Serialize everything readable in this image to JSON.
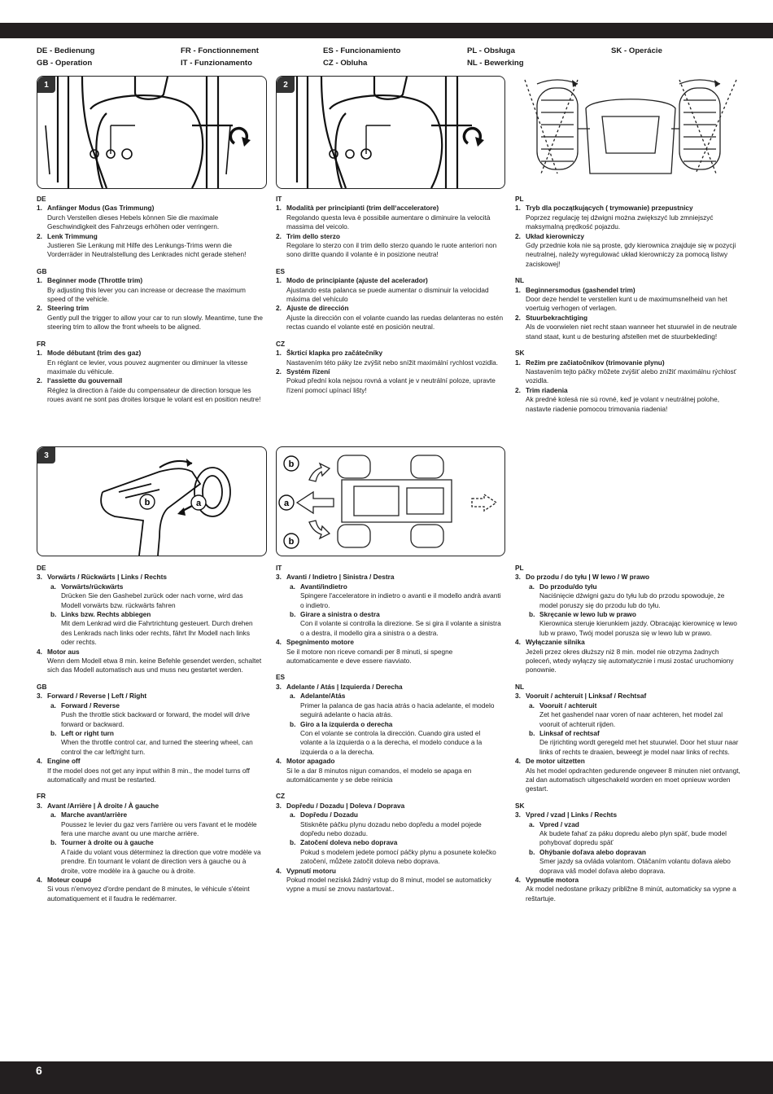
{
  "header": {
    "col1": [
      "DE - Bedienung",
      "GB - Operation"
    ],
    "col2": [
      "FR - Fonctionnement",
      "IT - Funzionamento"
    ],
    "col3": [
      "ES - Funcionamiento",
      "CZ - Obluha"
    ],
    "col4": [
      "PL - Obsługa",
      "NL - Bewerking"
    ],
    "col5": [
      "SK - Operácie"
    ]
  },
  "figures": {
    "fig1_number": "1",
    "fig2_number": "2",
    "fig3_number": "3",
    "label_a": "a",
    "label_b": "b"
  },
  "section1": {
    "col1": [
      {
        "lang": "DE",
        "items": [
          {
            "n": "1.",
            "title": "Anfänger Modus (Gas Trimmung)",
            "desc": "Durch Verstellen dieses Hebels können Sie die maximale Geschwindigkeit des Fahrzeugs erhöhen oder verringern."
          },
          {
            "n": "2.",
            "title": "Lenk Trimmung",
            "desc": "Justieren Sie Lenkung mit Hilfe des Lenkungs-Trims wenn die Vorderräder in Neutralstellung des Lenkrades nicht gerade stehen!"
          }
        ]
      },
      {
        "lang": "GB",
        "items": [
          {
            "n": "1.",
            "title": "Beginner mode (Throttle trim)",
            "desc": "By adjusting this lever you can increase or decrease the maximum speed of the vehicle."
          },
          {
            "n": "2.",
            "title": "Steering trim",
            "desc": "Gently pull the trigger to allow your car to run slowly. Meantime, tune the steering trim to allow the front wheels to be aligned."
          }
        ]
      },
      {
        "lang": "FR",
        "items": [
          {
            "n": "1.",
            "title": "Mode débutant (trim des gaz)",
            "desc": "En réglant ce levier, vous pouvez augmenter ou diminuer la vitesse maximale du véhicule."
          },
          {
            "n": "2.",
            "title": "l‘assiette du gouvernail",
            "desc": "Réglez la direction à l'aide du compensateur de direction lorsque les roues avant ne sont pas droites lorsque le volant est en position neutre!"
          }
        ]
      }
    ],
    "col2": [
      {
        "lang": "IT",
        "items": [
          {
            "n": "1.",
            "title": "Modalità per principianti (trim dell‘acceleratore)",
            "desc": "Regolando questa leva è possibile aumentare o diminuire la velocità massima del veicolo."
          },
          {
            "n": "2.",
            "title": "Trim dello sterzo",
            "desc": "Regolare lo sterzo con il trim dello sterzo quando le ruote anteriori non sono diritte quando il volante è in posizione neutra!"
          }
        ]
      },
      {
        "lang": "ES",
        "items": [
          {
            "n": "1.",
            "title": "Modo de principiante (ajuste del acelerador)",
            "desc": "Ajustando esta palanca se puede aumentar o disminuir la velocidad máxima del vehículo"
          },
          {
            "n": "2.",
            "title": "Ajuste de dirección",
            "desc": "Ajuste la dirección con el volante cuando las ruedas delanteras no estén rectas cuando el volante esté en posición neutral."
          }
        ]
      },
      {
        "lang": "CZ",
        "items": [
          {
            "n": "1.",
            "title": "Škrticí klapka pro začátečníky",
            "desc": "Nastavením této páky lze zvýšit nebo snížit maximální rychlost vozidla."
          },
          {
            "n": "2.",
            "title": "Systém řízení",
            "desc": "Pokud přední kola nejsou rovná a volant je v neutrální poloze, upravte řízení pomocí upínací lišty!"
          }
        ]
      }
    ],
    "col3": [
      {
        "lang": "PL",
        "items": [
          {
            "n": "1.",
            "title": "Tryb dla początkujących ( trymowanie) przepustnicy",
            "desc": "Poprzez regulację tej dźwigni można zwiększyć lub zmniejszyć maksymalną prędkość pojazdu."
          },
          {
            "n": "2.",
            "title": "Układ kierowniczy",
            "desc": "Gdy przednie koła nie są proste, gdy kierownica znajduje się w pozycji neutralnej, należy wyregulować układ kierowniczy za pomocą listwy zaciskowej!"
          }
        ]
      },
      {
        "lang": "NL",
        "items": [
          {
            "n": "1.",
            "title": "Beginnersmodus (gashendel trim)",
            "desc": "Door deze hendel te verstellen kunt u de maximumsnelheid van het voertuig verhogen of verlagen."
          },
          {
            "n": "2.",
            "title": "Stuurbekrachtiging",
            "desc": "Als de voorwielen niet recht staan wanneer het stuurwiel in de neutrale stand staat, kunt u de besturing afstellen met de stuurbekleding!"
          }
        ]
      },
      {
        "lang": "SK",
        "items": [
          {
            "n": "1.",
            "title": "Režim pre začiatočníkov (trimovanie plynu)",
            "desc": "Nastavením tejto páčky môžete zvýšiť alebo znížiť maximálnu rýchlosť vozidla."
          },
          {
            "n": "2.",
            "title": "Trim riadenia",
            "desc": "Ak predné kolesá nie sú rovné, keď je volant v neutrálnej polohe, nastavte riadenie pomocou trimovania riadenia!"
          }
        ]
      }
    ]
  },
  "section2": {
    "col1": [
      {
        "lang": "DE",
        "head": {
          "n": "3.",
          "title": "Vorwärts / Rückwärts | Links / Rechts"
        },
        "subs": [
          {
            "n": "a.",
            "title": "Vorwärts/rückwärts",
            "desc": "Drücken Sie den Gashebel zurück oder nach vorne, wird das Modell vorwärts bzw. rückwärts fahren"
          },
          {
            "n": "b.",
            "title": "Links bzw. Rechts abbiegen",
            "desc": "Mit dem Lenkrad wird die Fahrtrichtung gesteuert. Durch drehen des Lenkrads nach links oder rechts, fährt Ihr Modell nach links oder rechts."
          }
        ],
        "tail": {
          "n": "4.",
          "title": "Motor aus",
          "desc": "Wenn dem Modell etwa 8 min. keine Befehle gesendet werden, schaltet sich das Modell automatisch aus und muss neu gestartet werden."
        }
      },
      {
        "lang": "GB",
        "head": {
          "n": "3.",
          "title": "Forward / Reverse | Left / Right"
        },
        "subs": [
          {
            "n": "a.",
            "title": "Forward / Reverse",
            "desc": "Push the throttle stick backward or forward, the model will drive forward or backward."
          },
          {
            "n": "b.",
            "title": "Left or right turn",
            "desc": "When the throttle control car, and turned the steering wheel, can control the car left/right turn."
          }
        ],
        "tail": {
          "n": "4.",
          "title": "Engine off",
          "desc": "If the model does not get any input within 8 min., the model turns off automatically and must be restarted."
        }
      },
      {
        "lang": "FR",
        "head": {
          "n": "3.",
          "title": "Avant /Arrière | À droite / À gauche"
        },
        "subs": [
          {
            "n": "a.",
            "title": "Marche avant/arrière",
            "desc": "Poussez le levier du gaz vers l'arrière ou vers l'avant et le modèle fera une marche avant ou une marche arrière."
          },
          {
            "n": "b.",
            "title": "Tourner à droite ou à gauche",
            "desc": "A l'aide du volant vous déterminez la direction que votre modèle va prendre. En tournant le volant de direction vers à gauche ou à droite, votre modèle ira à gauche ou à droite."
          }
        ],
        "tail": {
          "n": "4.",
          "title": "Moteur coupé",
          "desc": "Si vous n'envoyez  d'ordre pendant de 8 minutes, le véhicule s'éteint automatiquement et il faudra le redémarrer."
        }
      }
    ],
    "col2": [
      {
        "lang": "IT",
        "head": {
          "n": "3.",
          "title": "Avanti / Indietro | Sinistra / Destra"
        },
        "subs": [
          {
            "n": "a.",
            "title": "Avanti/indietro",
            "desc": "Spingere l'acceleratore in indietro o avanti e il modello andrà avanti o indietro."
          },
          {
            "n": "b.",
            "title": "Girare a sinistra o destra",
            "desc": "Con il volante si controlla la direzione. Se si gira il volante a sinistra o a destra, il modello gira a sinistra o a destra."
          }
        ],
        "tail": {
          "n": "4.",
          "title": "Spegnimento motore",
          "desc": "Se il motore non riceve comandi per 8 minuti, si spegne automaticamente e deve essere riavviato."
        }
      },
      {
        "lang": "ES",
        "head": {
          "n": "3.",
          "title": "Adelante / Atás | Izquierda / Derecha"
        },
        "subs": [
          {
            "n": "a.",
            "title": "Adelante/Atás",
            "desc": "Primer la palanca de gas hacia atrás o hacia adelante, el modelo seguirá adelante o hacia atrás."
          },
          {
            "n": "b.",
            "title": "Giro a la izquierda o derecha",
            "desc": "Con el volante se controla la dirección. Cuando gira usted el volante a la izquierda o a la derecha, el modelo conduce a la izquierda o a la derecha."
          }
        ],
        "tail": {
          "n": "4.",
          "title": "Motor apagado",
          "desc": "Si le a dar 8 minutos nigun comandos, el modelo se apaga en automáticamente y se debe reinicia"
        }
      },
      {
        "lang": "CZ",
        "head": {
          "n": "3.",
          "title": "Dopředu / Dozadu | Doleva / Doprava"
        },
        "subs": [
          {
            "n": "a.",
            "title": "Dopředu / Dozadu",
            "desc": "Stiskněte páčku plynu dozadu nebo dopředu a model pojede dopředu nebo dozadu."
          },
          {
            "n": "b.",
            "title": "Zatočení doleva nebo doprava",
            "desc": "Pokud s modelem jedete pomocí páčky plynu a posunete kolečko zatočení, můžete zatočit doleva nebo doprava."
          }
        ],
        "tail": {
          "n": "4.",
          "title": "Vypnutí motoru",
          "desc": "Pokud model nezíská žádný vstup do 8 minut, model se automaticky vypne a musí se znovu nastartovat.."
        }
      }
    ],
    "col3": [
      {
        "lang": "PL",
        "head": {
          "n": "3.",
          "title": "Do przodu / do tyłu | W lewo / W prawo"
        },
        "subs": [
          {
            "n": "a.",
            "title": "Do przodu/do tyłu",
            "desc": "Naciśnięcie dźwigni gazu do tyłu lub do przodu spowoduje, że model poruszy się do przodu lub do tyłu."
          },
          {
            "n": "b.",
            "title": "Skręcanie w lewo lub w prawo",
            "desc": "Kierownica steruje kierunkiem jazdy. Obracając kierownicę w lewo lub w prawo, Twój model porusza się w lewo lub w prawo."
          }
        ],
        "tail": {
          "n": "4.",
          "title": "Wyłączanie silnika",
          "desc": "Jeżeli przez okres dłuższy niż 8 min. model nie otrzyma żadnych poleceń, wtedy wyłączy się automatycznie i musi zostać uruchomiony ponownie."
        }
      },
      {
        "lang": "NL",
        "head": {
          "n": "3.",
          "title": "Vooruit / achteruit | Linksaf / Rechtsaf"
        },
        "subs": [
          {
            "n": "a.",
            "title": "Vooruit / achteruit",
            "desc": "Zet het gashendel naar voren of naar achteren, het model zal vooruit of achteruit rijden."
          },
          {
            "n": "b.",
            "title": "Linksaf of rechtsaf",
            "desc": "De rijrichting wordt geregeld met het stuurwiel. Door het stuur naar links of rechts te draaien, beweegt je model naar links of rechts."
          }
        ],
        "tail": {
          "n": "4.",
          "title": "De motor uitzetten",
          "desc": "Als het model opdrachten gedurende ongeveer 8 minuten niet ontvangt, zal dan automatisch uitgeschakeld worden en moet opnieuw worden gestart."
        }
      },
      {
        "lang": "SK",
        "head": {
          "n": "3.",
          "title": "Vpred / vzad | Links / Rechts"
        },
        "subs": [
          {
            "n": "a.",
            "title": "Vpred / vzad",
            "desc": "Ak budete fahať za páku dopredu alebo plyn späť, bude model pohybovať dopredu späť"
          },
          {
            "n": "b.",
            "title": "Ohýbanie doľava alebo dopravan",
            "desc": "Smer jazdy sa ovláda volantom. Otáčaním volantu doľava alebo doprava váš model doľava alebo doprava."
          }
        ],
        "tail": {
          "n": "4.",
          "title": "Vypnutie motora",
          "desc": "Ak model nedostane príkazy približne 8 minút, automaticky sa vypne a reštartuje."
        }
      }
    ]
  },
  "footer": {
    "page_number": "6"
  }
}
